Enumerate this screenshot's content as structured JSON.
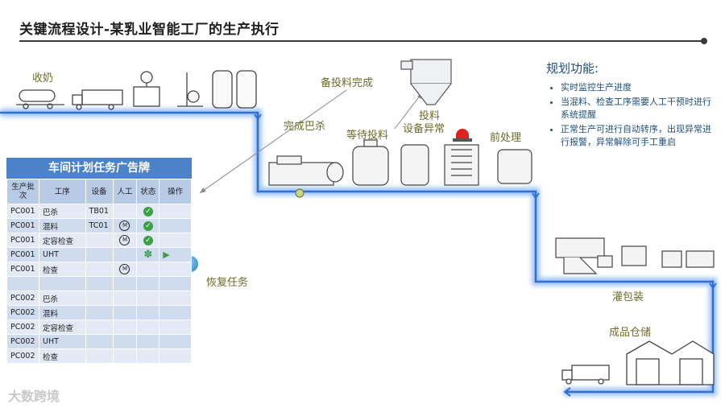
{
  "header": {
    "title": "关键流程设计-某乳业智能工厂的生产执行"
  },
  "stages": {
    "milk": "收奶",
    "prep_done": "备投料完成",
    "pasteurize_done": "完成巴杀",
    "wait_feed": "等待投料",
    "feed": "投料",
    "equip_fault": "设备异常",
    "pretreat": "前处理",
    "resume": "恢复任务",
    "filling": "灌包装",
    "warehouse": "成品仓储"
  },
  "plan": {
    "heading": "规划功能:",
    "items": [
      "实时监控生产进度",
      "当混料、检查工序需要人工干预时进行系统提醒",
      "正常生产可进行自动转序，出现异常进行报警，异常解除可手工重启"
    ]
  },
  "board": {
    "title": "车间计划任务广告牌",
    "columns": [
      "生产批次",
      "工序",
      "设备",
      "人工",
      "状态",
      "操作"
    ],
    "rows": [
      {
        "batch": "PC001",
        "process": "巴杀",
        "equip": "TB01",
        "manual": "",
        "status": "done",
        "op": ""
      },
      {
        "batch": "PC001",
        "process": "混料",
        "equip": "TC01",
        "manual": "M",
        "status": "done",
        "op": ""
      },
      {
        "batch": "PC001",
        "process": "定容检查",
        "equip": "",
        "manual": "M",
        "status": "done",
        "op": ""
      },
      {
        "batch": "PC001",
        "process": "UHT",
        "equip": "",
        "manual": "",
        "status": "running",
        "op": "play"
      },
      {
        "batch": "PC001",
        "process": "检查",
        "equip": "",
        "manual": "M",
        "status": "",
        "op": ""
      },
      {
        "batch": "",
        "process": "",
        "equip": "",
        "manual": "",
        "status": "",
        "op": ""
      },
      {
        "batch": "PC002",
        "process": "巴杀",
        "equip": "",
        "manual": "",
        "status": "",
        "op": ""
      },
      {
        "batch": "PC002",
        "process": "混料",
        "equip": "",
        "manual": "",
        "status": "",
        "op": ""
      },
      {
        "batch": "PC002",
        "process": "定容检查",
        "equip": "",
        "manual": "",
        "status": "",
        "op": ""
      },
      {
        "batch": "PC002",
        "process": "UHT",
        "equip": "",
        "manual": "",
        "status": "",
        "op": ""
      },
      {
        "batch": "PC002",
        "process": "检查",
        "equip": "",
        "manual": "",
        "status": "",
        "op": ""
      }
    ]
  },
  "watermark": "大数跨境",
  "colors": {
    "flow": "#2f6fd6",
    "glow": "#9cc3f7",
    "board_head": "#4b82c8"
  }
}
